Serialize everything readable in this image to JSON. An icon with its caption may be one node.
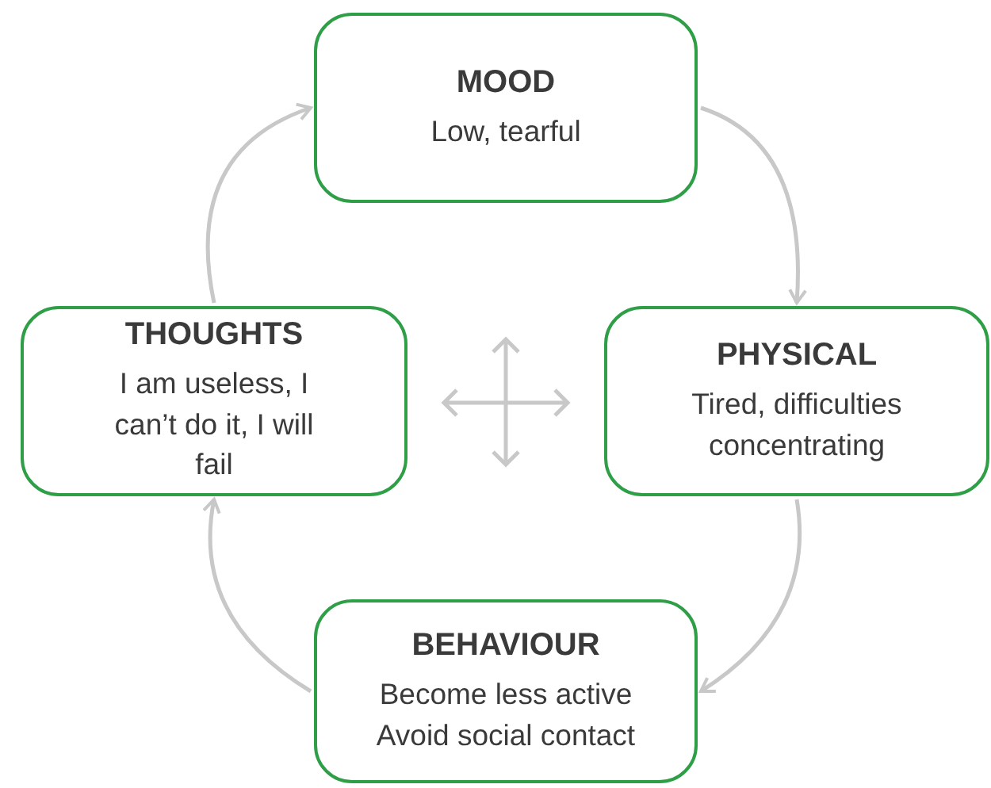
{
  "diagram": {
    "nodes": [
      {
        "text": [
          "MOOD",
          "Low, tearful"
        ]
      },
      {
        "text": [
          "THOUGHTS",
          "I am useless, I can’t do it, I will fail"
        ]
      },
      {
        "text": [
          "PHYSICAL",
          "Tired, difficulties concentrating"
        ]
      },
      {
        "text": [
          "BEHAVIOUR",
          "Become less active Avoid social contact"
        ]
      }
    ],
    "edges": [
      {
        "from": 0,
        "to": 2,
        "arrow": "to"
      },
      {
        "from": 2,
        "to": 3,
        "arrow": "to"
      },
      {
        "from": 3,
        "to": 1,
        "arrow": "to"
      },
      {
        "from": 1,
        "to": 0,
        "arrow": "to"
      }
    ]
  }
}
